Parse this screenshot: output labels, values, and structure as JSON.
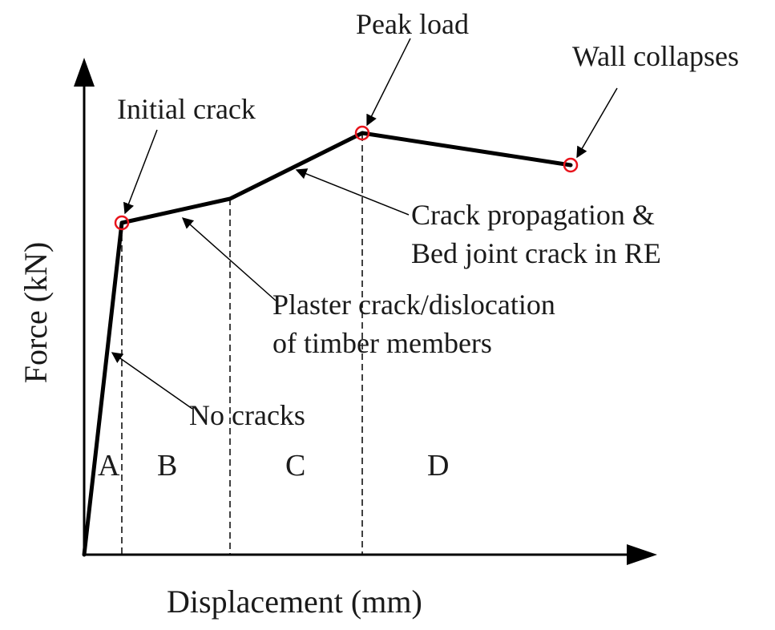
{
  "axes": {
    "x_label": "Displacement (mm)",
    "y_label": "Force (kN)"
  },
  "annotations": {
    "initial_crack": "Initial crack",
    "peak_load": "Peak load",
    "wall_collapses": "Wall collapses",
    "crack_propagation_line1": "Crack propagation &",
    "crack_propagation_line2": "Bed joint crack in RE",
    "plaster_crack_line1": "Plaster crack/dislocation",
    "plaster_crack_line2": "of timber members",
    "no_cracks": "No cracks"
  },
  "zones": {
    "a": "A",
    "b": "B",
    "c": "C",
    "d": "D"
  },
  "colors": {
    "curve": "#000000",
    "marker": "#e8141c",
    "text": "#1a1a1a"
  }
}
